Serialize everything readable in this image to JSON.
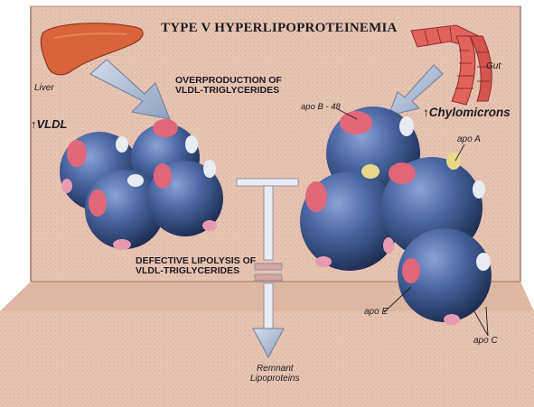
{
  "diagram": {
    "title": "TYPE V HYPERLIPOPROTEINEMIA",
    "liver_label": "Liver",
    "gut_label": "Gut",
    "overproduction_text": [
      "OVERPRODUCTION OF",
      "VLDL-TRIGLYCERIDES"
    ],
    "vldl_arrow": "↑",
    "vldl_label": "VLDL",
    "apo_b_label": "apo B - 48",
    "chylo_arrow": "↑",
    "chylomicrons_label": "Chylomicrons",
    "apo_a_label": "apo A",
    "defective_text": [
      "DEFECTIVE LIPOLYSIS OF",
      "VLDL-TRIGLYCERIDES"
    ],
    "apo_e_label": "apo E",
    "apo_c_label": "apo C",
    "remnant_text": [
      "Remnant",
      "Lipoproteins"
    ]
  },
  "colors": {
    "background": "#e6c3b2",
    "panel": "#ddb9a7",
    "particle_blue": "#3f5a93",
    "apo_red": "#e0667a",
    "apo_pink": "#e79ab2",
    "apo_yellow": "#e8d98a",
    "apo_white": "#e8ecf2",
    "liver": "#d9633a",
    "gut": "#e2635a",
    "arrow": "#a9b8d0"
  }
}
